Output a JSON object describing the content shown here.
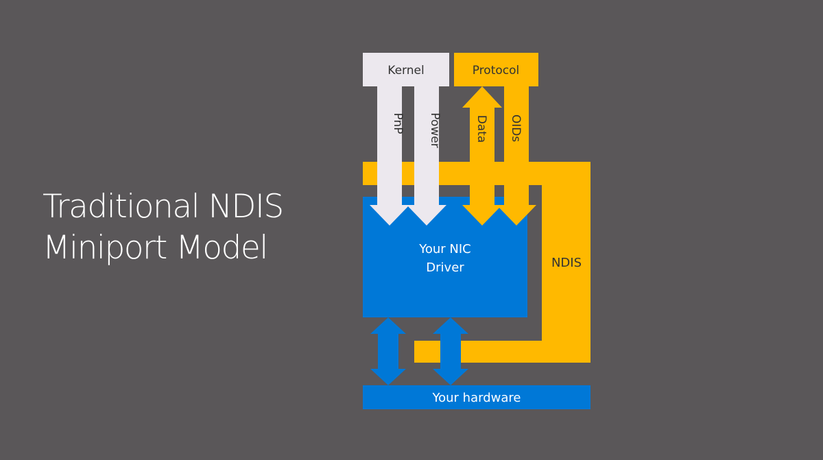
{
  "slide": {
    "title_line1": "Traditional NDIS",
    "title_line2": "Miniport Model"
  },
  "diagram": {
    "kernel_label": "Kernel",
    "protocol_label": "Protocol",
    "pnp_label": "PnP",
    "power_label": "Power",
    "data_label": "Data",
    "oids_label": "OIDs",
    "ndis_label": "NDIS",
    "driver_line1": "Your NIC",
    "driver_line2": "Driver",
    "hardware_label": "Your hardware"
  },
  "colors": {
    "background": "#5a5759",
    "kernel": "#ece8ee",
    "ndis_protocol": "#ffb900",
    "driver_hardware": "#0078d7",
    "text_dark": "#333333",
    "text_light": "#ffffff"
  }
}
